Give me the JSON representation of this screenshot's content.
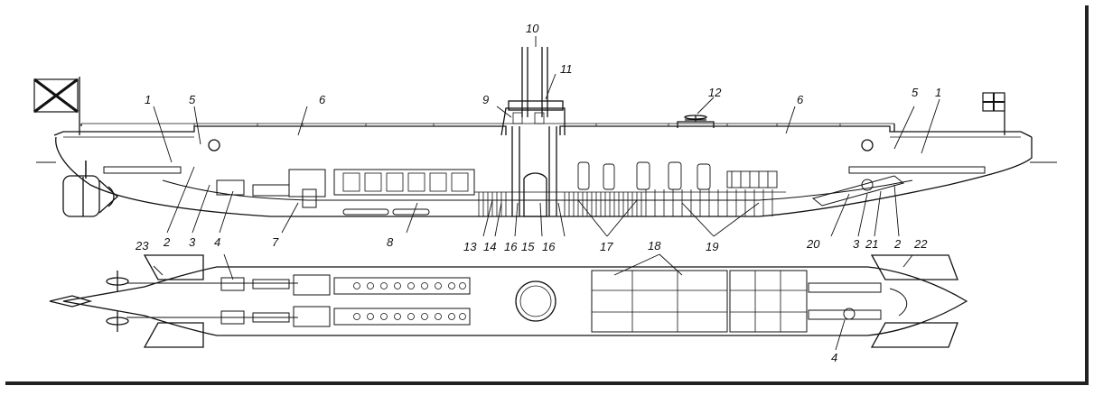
{
  "callouts": {
    "n1": "1",
    "n2": "2",
    "n3": "3",
    "n4": "4",
    "n5": "5",
    "n6": "6",
    "n7": "7",
    "n8": "8",
    "n9": "9",
    "n10": "10",
    "n11": "11",
    "n12": "12",
    "n13": "13",
    "n14": "14",
    "n15": "15",
    "n16": "16",
    "n17": "17",
    "n18": "18",
    "n19": "19",
    "n20": "20",
    "n21": "21",
    "n22": "22",
    "n23": "23"
  }
}
